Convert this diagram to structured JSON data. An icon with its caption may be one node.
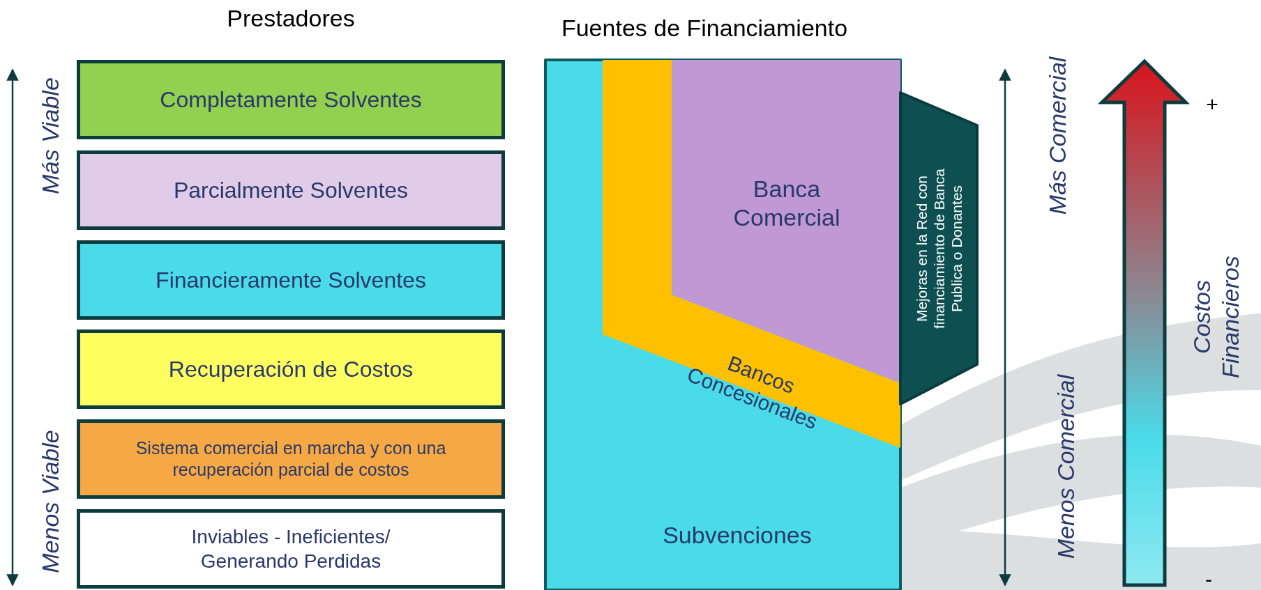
{
  "diagram": {
    "nodes": [
      {
        "text": [
          "Completamente Solventes"
        ]
      },
      {
        "text": [
          "Parcialmente Solventes"
        ]
      },
      {
        "text": [
          "Financieramente Solventes"
        ]
      },
      {
        "text": [
          "Recuperación de Costos"
        ]
      },
      {
        "text": [
          "Sistema comercial en marcha y con una recuperación parcial de costos"
        ]
      },
      {
        "text": [
          "Inviables - Ineficientes/ Generando Perdidas"
        ]
      },
      {
        "text": [
          "Banca Comercial"
        ],
        "in": 8
      },
      {
        "text": [
          "Bancos Concesionales"
        ],
        "in": 8
      },
      {
        "text": [
          "Subvenciones"
        ]
      },
      {
        "text": [
          "Mejoras en la Red con financiamiento de Banca Publica o Donantes"
        ]
      }
    ],
    "labels": [
      "Prestadores",
      "Fuentes de Financiamiento",
      "Más Viable",
      "Menos Viable",
      "Más Comercial",
      "Menos Comercial",
      "+",
      "Costos Financieros",
      "-"
    ]
  }
}
